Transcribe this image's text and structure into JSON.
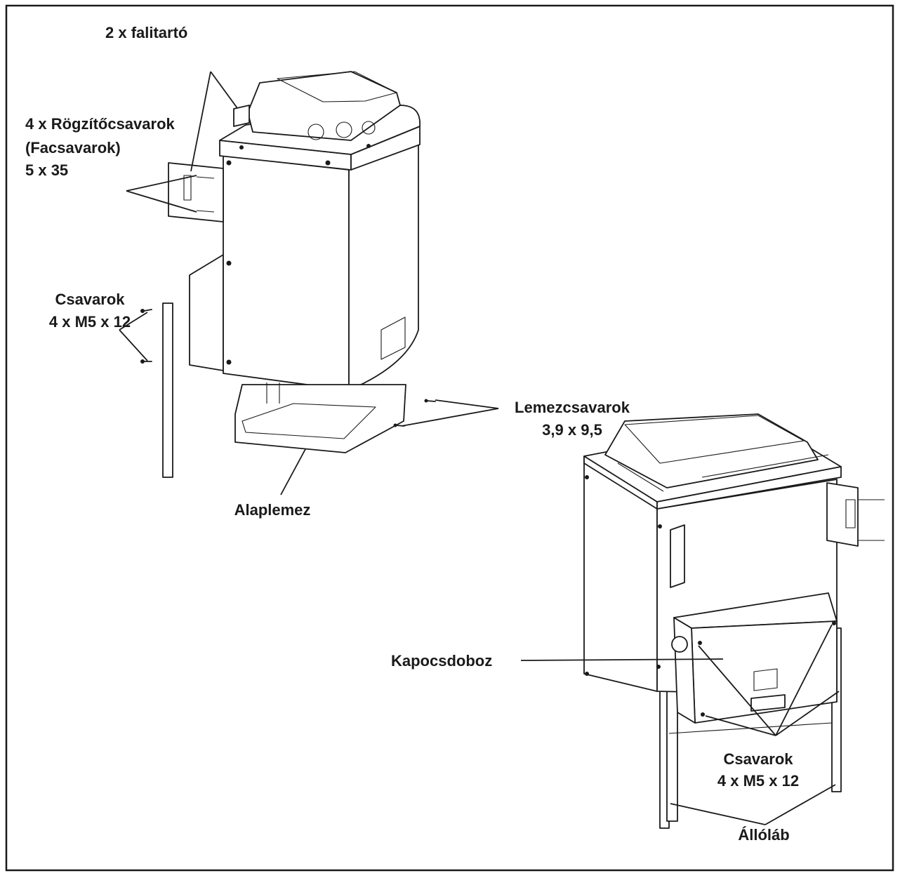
{
  "labels": {
    "wall_brackets": "2 x falitartó",
    "fixing_screws_line1": "4 x Rögzítőcsavarok",
    "fixing_screws_line2": "(Facsavarok)",
    "fixing_screws_line3": "5 x 35",
    "screws_left_line1": "Csavarok",
    "screws_left_line2": "4 x M5 x 12",
    "sheet_screws_line1": "Lemezcsavarok",
    "sheet_screws_line2": "3,9 x 9,5",
    "base_plate": "Alaplemez",
    "terminal_box": "Kapocsdoboz",
    "screws_right_line1": "Csavarok",
    "screws_right_line2": "4 x M5 x 12",
    "stand_leg": "Állóláb"
  }
}
